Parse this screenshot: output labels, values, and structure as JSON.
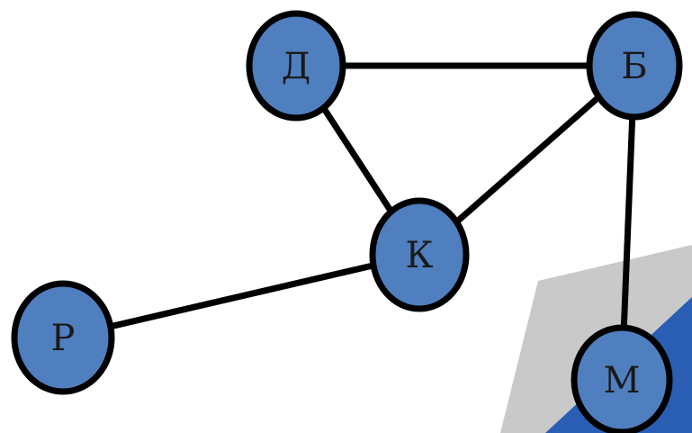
{
  "graph": {
    "nodes": [
      {
        "id": "D",
        "label": "Д"
      },
      {
        "id": "B",
        "label": "Б"
      },
      {
        "id": "K",
        "label": "К"
      },
      {
        "id": "R",
        "label": "Р"
      },
      {
        "id": "M",
        "label": "М"
      }
    ],
    "edges": [
      {
        "from": "D",
        "to": "B"
      },
      {
        "from": "D",
        "to": "K"
      },
      {
        "from": "B",
        "to": "K"
      },
      {
        "from": "B",
        "to": "M"
      },
      {
        "from": "K",
        "to": "R"
      }
    ]
  },
  "colors": {
    "node_fill": "#4f7fbf",
    "node_stroke": "#000000",
    "edge": "#000000",
    "background": "#ffffff",
    "decor_gray": "#c9c9c9",
    "decor_blue": "#2a5eb5"
  }
}
